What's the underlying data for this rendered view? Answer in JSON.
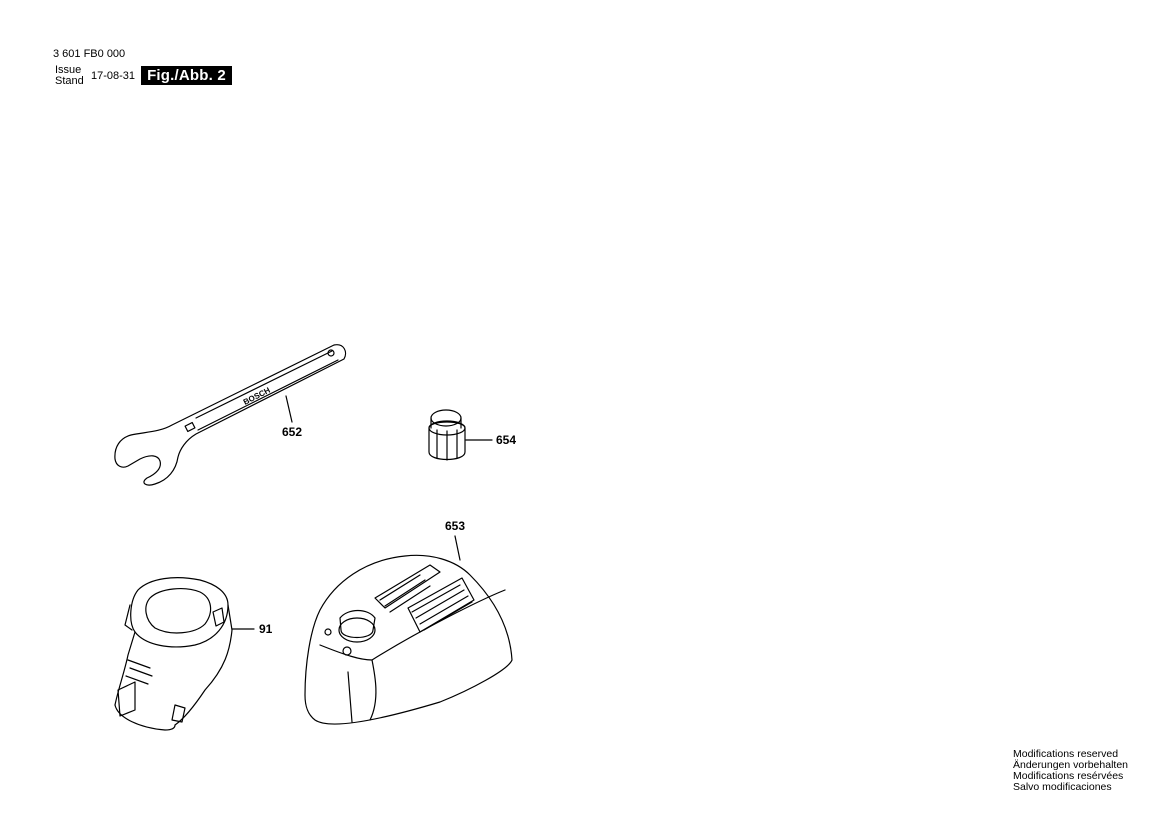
{
  "header": {
    "model_number": "3 601 FB0 000",
    "issue_label": "Issue",
    "stand_label": "Stand",
    "issue_date": "17-08-31",
    "figure_label": "Fig./Abb. 2"
  },
  "parts": [
    {
      "id": "wrench",
      "number": "652",
      "icon": "open-end-wrench",
      "engraving": "BOSCH"
    },
    {
      "id": "collet-nut",
      "number": "654",
      "icon": "collet-nut"
    },
    {
      "id": "charger",
      "number": "653",
      "icon": "battery-charger"
    },
    {
      "id": "battery",
      "number": "91",
      "icon": "battery-pack"
    }
  ],
  "footer_notes": [
    "Modifications reserved",
    "Änderungen vorbehalten",
    "Modifications resérvées",
    "Salvo modificaciones"
  ]
}
